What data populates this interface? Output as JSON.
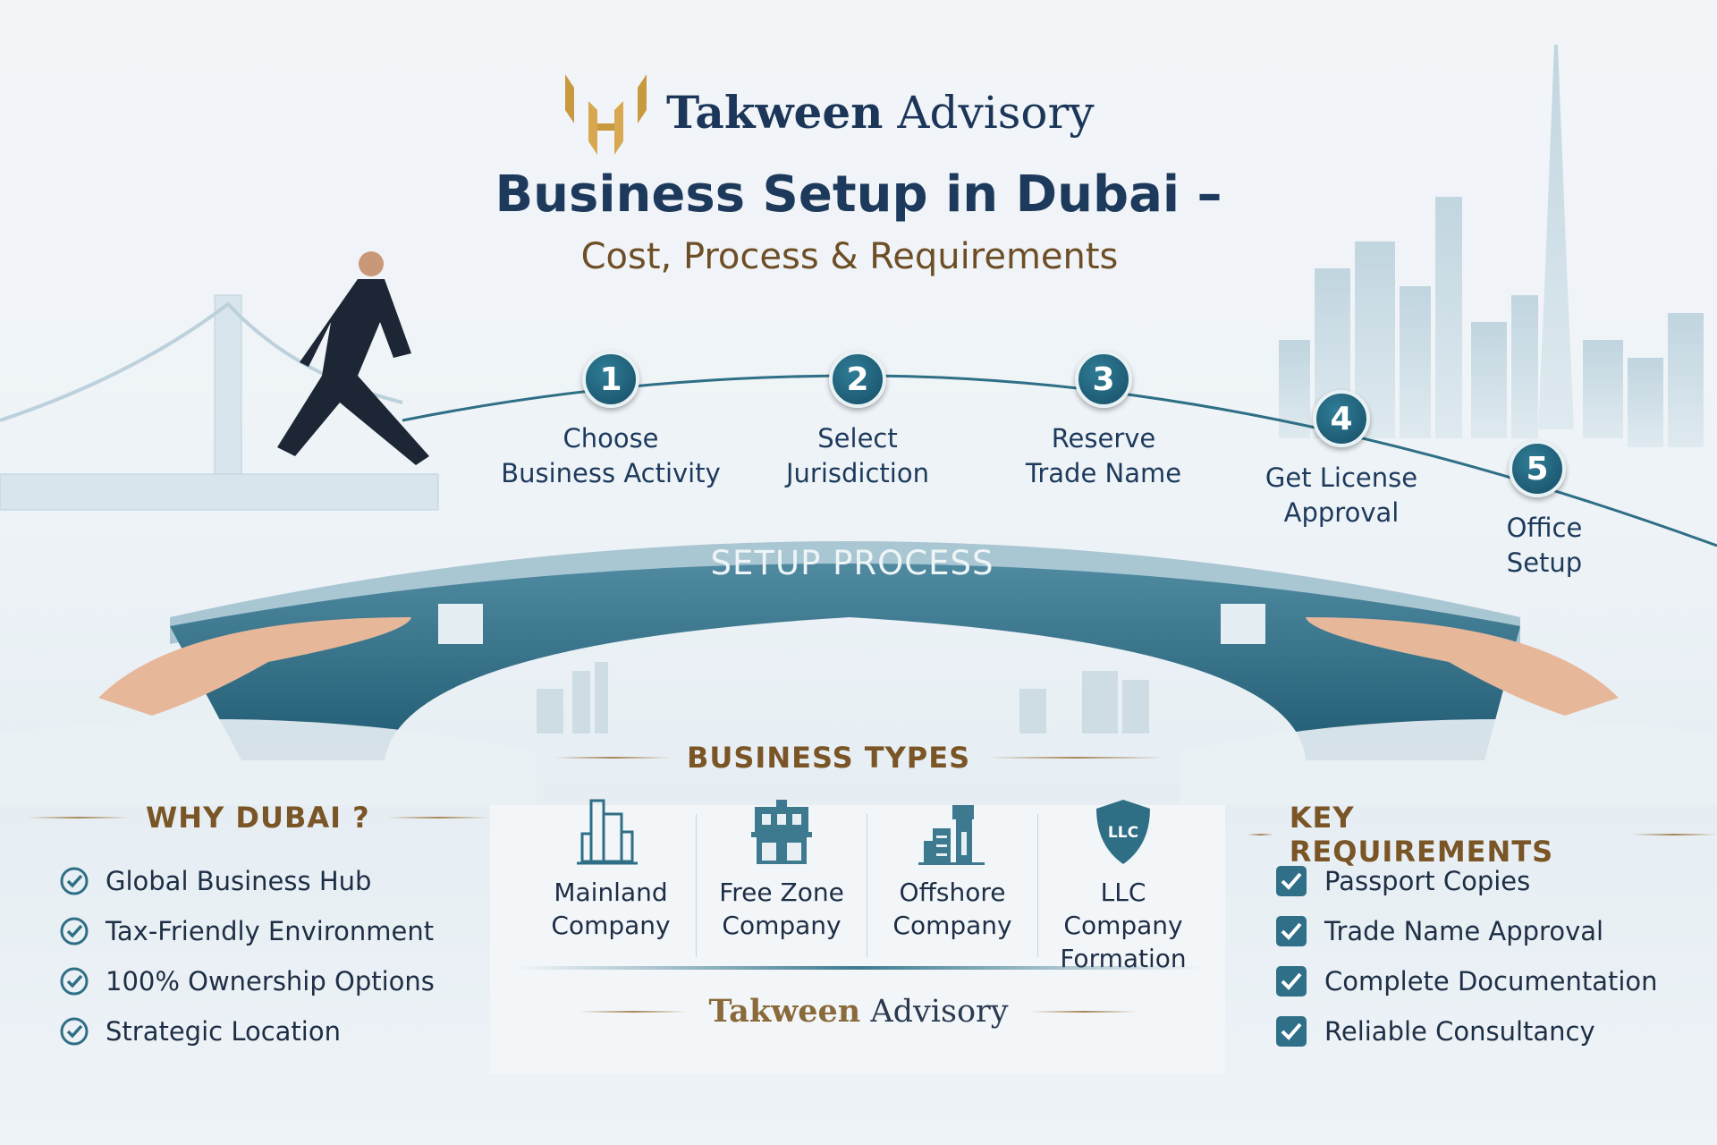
{
  "brand": {
    "name_bold": "Takween",
    "name_light": "Advisory"
  },
  "header": {
    "title": "Business Setup in Dubai –",
    "subtitle": "Cost, Process & Requirements"
  },
  "steps": [
    {
      "num": "1",
      "line1": "Choose",
      "line2": "Business Activity"
    },
    {
      "num": "2",
      "line1": "Select",
      "line2": "Jurisdiction"
    },
    {
      "num": "3",
      "line1": "Reserve",
      "line2": "Trade Name"
    },
    {
      "num": "4",
      "line1": "Get License",
      "line2": "Approval"
    },
    {
      "num": "5",
      "line1": "Office",
      "line2": "Setup"
    }
  ],
  "bridge_label": "SETUP PROCESS",
  "business_types": {
    "title": "BUSINESS TYPES",
    "items": [
      {
        "line1": "Mainland",
        "line2": "Company",
        "icon": "buildings-icon"
      },
      {
        "line1": "Free Zone",
        "line2": "Company",
        "icon": "storefront-icon"
      },
      {
        "line1": "Offshore",
        "line2": "Company",
        "icon": "offshore-building-icon"
      },
      {
        "line1": "LLC Company",
        "line2": "Formation",
        "icon": "llc-shield-icon",
        "badge": "LLC"
      }
    ]
  },
  "why_dubai": {
    "title": "WHY DUBAI ?",
    "items": [
      "Global Business Hub",
      "Tax-Friendly Environment",
      "100% Ownership Options",
      "Strategic Location"
    ]
  },
  "key_requirements": {
    "title": "KEY REQUIREMENTS",
    "items": [
      "Passport Copies",
      "Trade Name Approval",
      "Complete Documentation",
      "Reliable Consultancy"
    ]
  },
  "colors": {
    "navy": "#1d3a5c",
    "gold": "#c9993f",
    "teal": "#2f6f86",
    "brown": "#7a5526"
  }
}
